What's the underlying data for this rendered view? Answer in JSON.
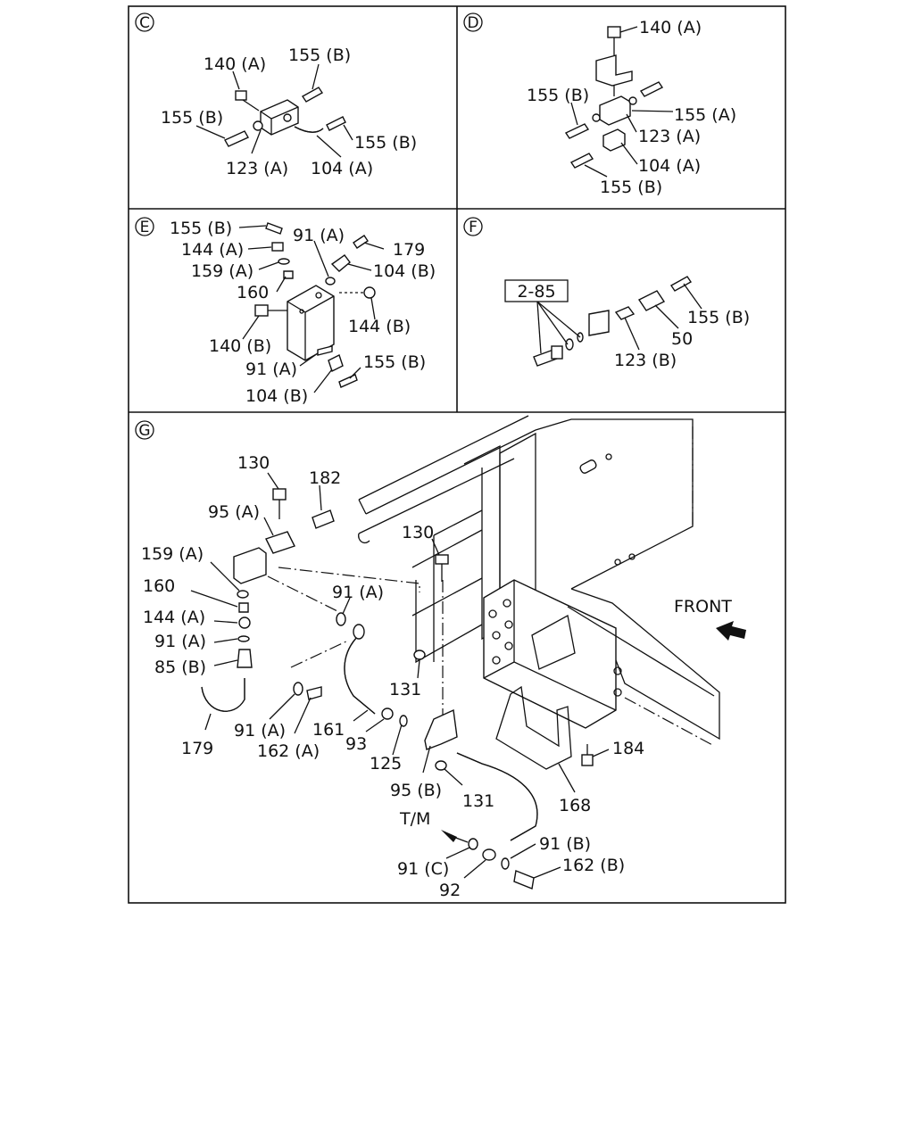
{
  "panels": {
    "C": {
      "letter": "C",
      "labels": [
        "140 (A)",
        "155 (B)",
        "155 (B)",
        "155 (B)",
        "123 (A)",
        "104 (A)"
      ]
    },
    "D": {
      "letter": "D",
      "labels": [
        "140 (A)",
        "155 (B)",
        "155 (A)",
        "123 (A)",
        "104 (A)",
        "155 (B)"
      ]
    },
    "E": {
      "letter": "E",
      "labels": [
        "155 (B)",
        "144 (A)",
        "91 (A)",
        "179",
        "159 (A)",
        "104 (B)",
        "160",
        "144 (B)",
        "140 (B)",
        "91 (A)",
        "155 (B)",
        "104 (B)"
      ]
    },
    "F": {
      "letter": "F",
      "ref_box": "2-85",
      "labels": [
        "155 (B)",
        "50",
        "123 (B)"
      ]
    },
    "G": {
      "letter": "G",
      "front_label": "FRONT",
      "tm_label": "T/M",
      "labels": [
        "130",
        "182",
        "95 (A)",
        "130",
        "159 (A)",
        "160",
        "91 (A)",
        "144 (A)",
        "91 (A)",
        "85 (B)",
        "131",
        "179",
        "91 (A)",
        "162 (A)",
        "161",
        "93",
        "125",
        "95 (B)",
        "131",
        "184",
        "168",
        "91 (B)",
        "91 (C)",
        "162 (B)",
        "92"
      ]
    }
  }
}
